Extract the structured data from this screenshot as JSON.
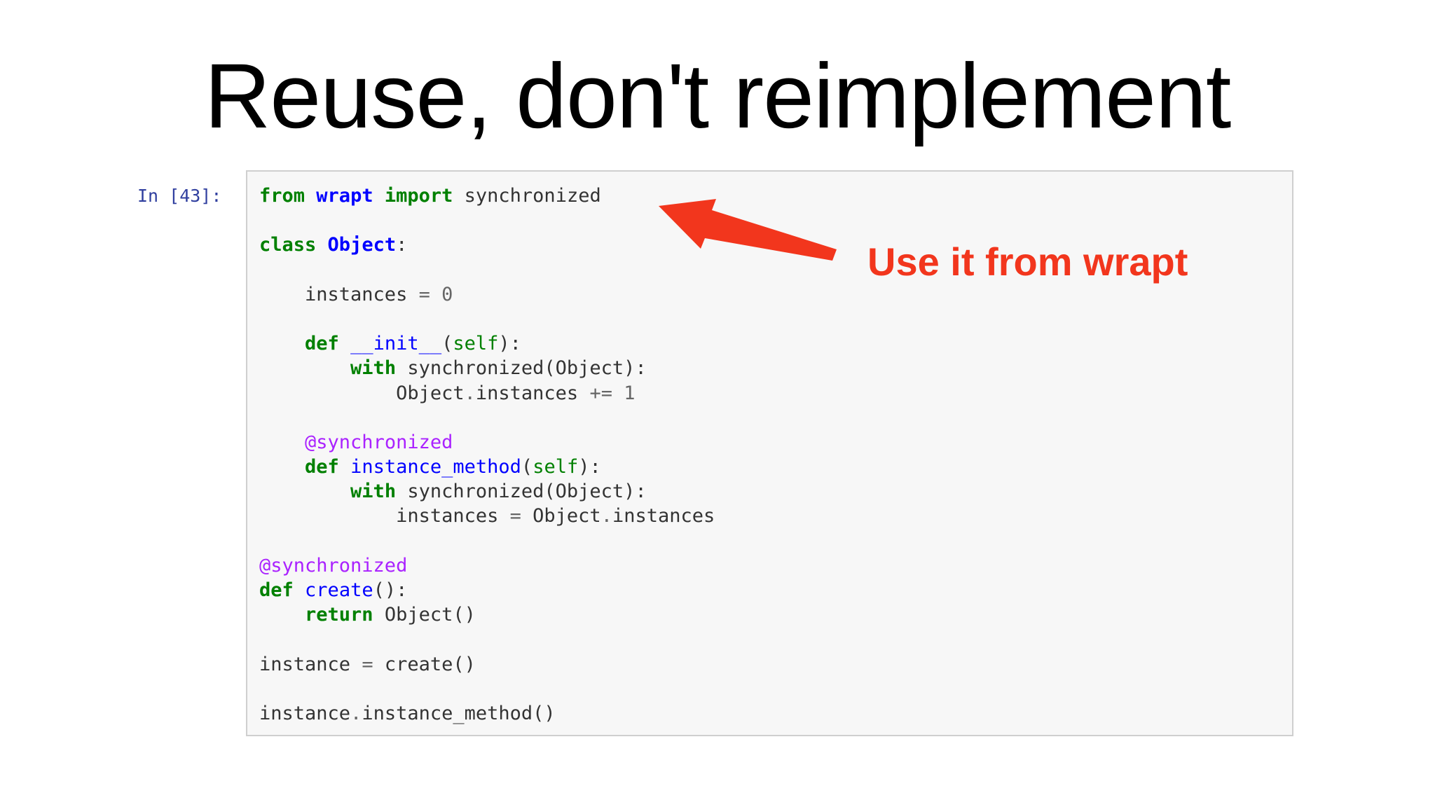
{
  "slide": {
    "title": "Reuse, don't reimplement",
    "annotation": "Use it from wrapt"
  },
  "notebook": {
    "prompt": "In [43]:",
    "code_lines": [
      [
        {
          "t": "from",
          "c": "kw"
        },
        {
          "t": " "
        },
        {
          "t": "wrapt",
          "c": "nm"
        },
        {
          "t": " "
        },
        {
          "t": "import",
          "c": "kw"
        },
        {
          "t": " synchronized"
        }
      ],
      [],
      [
        {
          "t": "class",
          "c": "kw"
        },
        {
          "t": " "
        },
        {
          "t": "Object",
          "c": "cls"
        },
        {
          "t": ":"
        }
      ],
      [],
      [
        {
          "t": "    instances "
        },
        {
          "t": "=",
          "c": "op"
        },
        {
          "t": " "
        },
        {
          "t": "0",
          "c": "num"
        }
      ],
      [],
      [
        {
          "t": "    "
        },
        {
          "t": "def",
          "c": "kw"
        },
        {
          "t": " "
        },
        {
          "t": "__init__",
          "c": "fn"
        },
        {
          "t": "("
        },
        {
          "t": "self",
          "c": "sf"
        },
        {
          "t": "):"
        }
      ],
      [
        {
          "t": "        "
        },
        {
          "t": "with",
          "c": "kw"
        },
        {
          "t": " synchronized(Object):"
        }
      ],
      [
        {
          "t": "            Object"
        },
        {
          "t": ".",
          "c": "op"
        },
        {
          "t": "instances "
        },
        {
          "t": "+=",
          "c": "op"
        },
        {
          "t": " "
        },
        {
          "t": "1",
          "c": "num"
        }
      ],
      [],
      [
        {
          "t": "    "
        },
        {
          "t": "@synchronized",
          "c": "dec"
        }
      ],
      [
        {
          "t": "    "
        },
        {
          "t": "def",
          "c": "kw"
        },
        {
          "t": " "
        },
        {
          "t": "instance_method",
          "c": "fn"
        },
        {
          "t": "("
        },
        {
          "t": "self",
          "c": "sf"
        },
        {
          "t": "):"
        }
      ],
      [
        {
          "t": "        "
        },
        {
          "t": "with",
          "c": "kw"
        },
        {
          "t": " synchronized(Object):"
        }
      ],
      [
        {
          "t": "            instances "
        },
        {
          "t": "=",
          "c": "op"
        },
        {
          "t": " Object"
        },
        {
          "t": ".",
          "c": "op"
        },
        {
          "t": "instances"
        }
      ],
      [],
      [
        {
          "t": "@synchronized",
          "c": "dec"
        }
      ],
      [
        {
          "t": "def",
          "c": "kw"
        },
        {
          "t": " "
        },
        {
          "t": "create",
          "c": "fn"
        },
        {
          "t": "():"
        }
      ],
      [
        {
          "t": "    "
        },
        {
          "t": "return",
          "c": "kw"
        },
        {
          "t": " Object()"
        }
      ],
      [],
      [
        {
          "t": "instance "
        },
        {
          "t": "=",
          "c": "op"
        },
        {
          "t": " create()"
        }
      ],
      [],
      [
        {
          "t": "instance"
        },
        {
          "t": ".",
          "c": "op"
        },
        {
          "t": "instance_method()"
        }
      ]
    ]
  },
  "colors": {
    "annotation": "#f2361d",
    "keyword": "#008000",
    "name": "#0000ff",
    "decorator": "#aa22ff",
    "prompt": "#303f9f",
    "cell_background": "#f7f7f7",
    "cell_border": "#cfcfcf"
  },
  "icons": {
    "pointer": "red-arrow-icon"
  }
}
